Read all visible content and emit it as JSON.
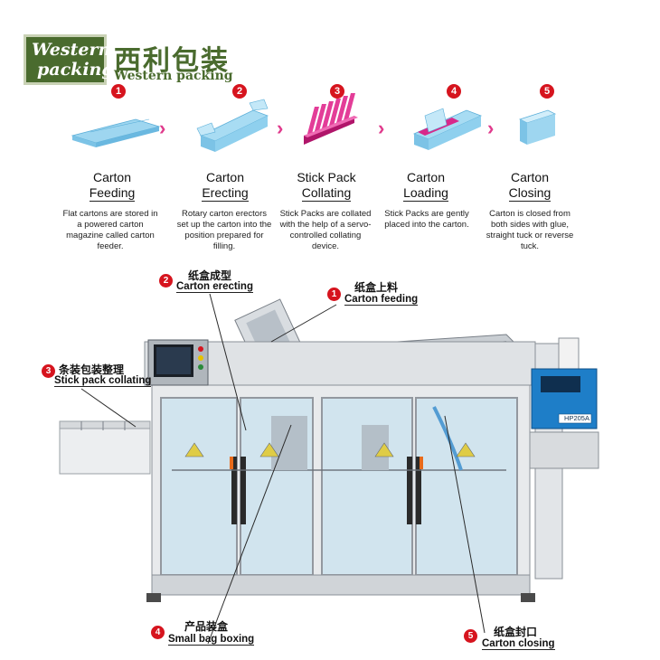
{
  "logo": {
    "badge_line1": "Western",
    "badge_line2": "packing",
    "cn_name": "西利包装",
    "en_name": "Western packing"
  },
  "steps": [
    {
      "num": "1",
      "title1": "Carton",
      "title2": "Feeding",
      "desc": "Flat cartons are stored in a powered carton magazine called carton feeder."
    },
    {
      "num": "2",
      "title1": "Carton",
      "title2": "Erecting",
      "desc": "Rotary carton erectors set up the carton into the position prepared for filling."
    },
    {
      "num": "3",
      "title1": "Stick Pack",
      "title2": "Collating",
      "desc": "Stick Packs are collated with the help of a servo-controlled collating device."
    },
    {
      "num": "4",
      "title1": "Carton",
      "title2": "Loading",
      "desc": "Stick Packs are gently placed into the carton."
    },
    {
      "num": "5",
      "title1": "Carton",
      "title2": "Closing",
      "desc": "Carton is closed from both sides with glue, straight tuck or reverse tuck."
    }
  ],
  "callouts": {
    "erecting": {
      "num": "2",
      "cn": "纸盒成型",
      "en": "Carton erecting"
    },
    "feeding": {
      "num": "1",
      "cn": "纸盒上料",
      "en": "Carton feeding"
    },
    "collating": {
      "num": "3",
      "cn": "条装包装整理",
      "en": "Stick pack collating"
    },
    "boxing": {
      "num": "4",
      "cn": "产品装盒",
      "en": "Small bag boxing"
    },
    "closing": {
      "num": "5",
      "cn": "纸盒封口",
      "en": "Carton closing"
    }
  },
  "machine": {
    "glue_unit_label": "HP205A"
  },
  "colors": {
    "brand_green": "#4a6b2e",
    "step_red": "#d6141e",
    "arrow_pink": "#e03a8c",
    "carton_blue": "#8fd0ee",
    "stick_pink": "#d8288a",
    "glue_unit_blue": "#1e7ec8"
  }
}
